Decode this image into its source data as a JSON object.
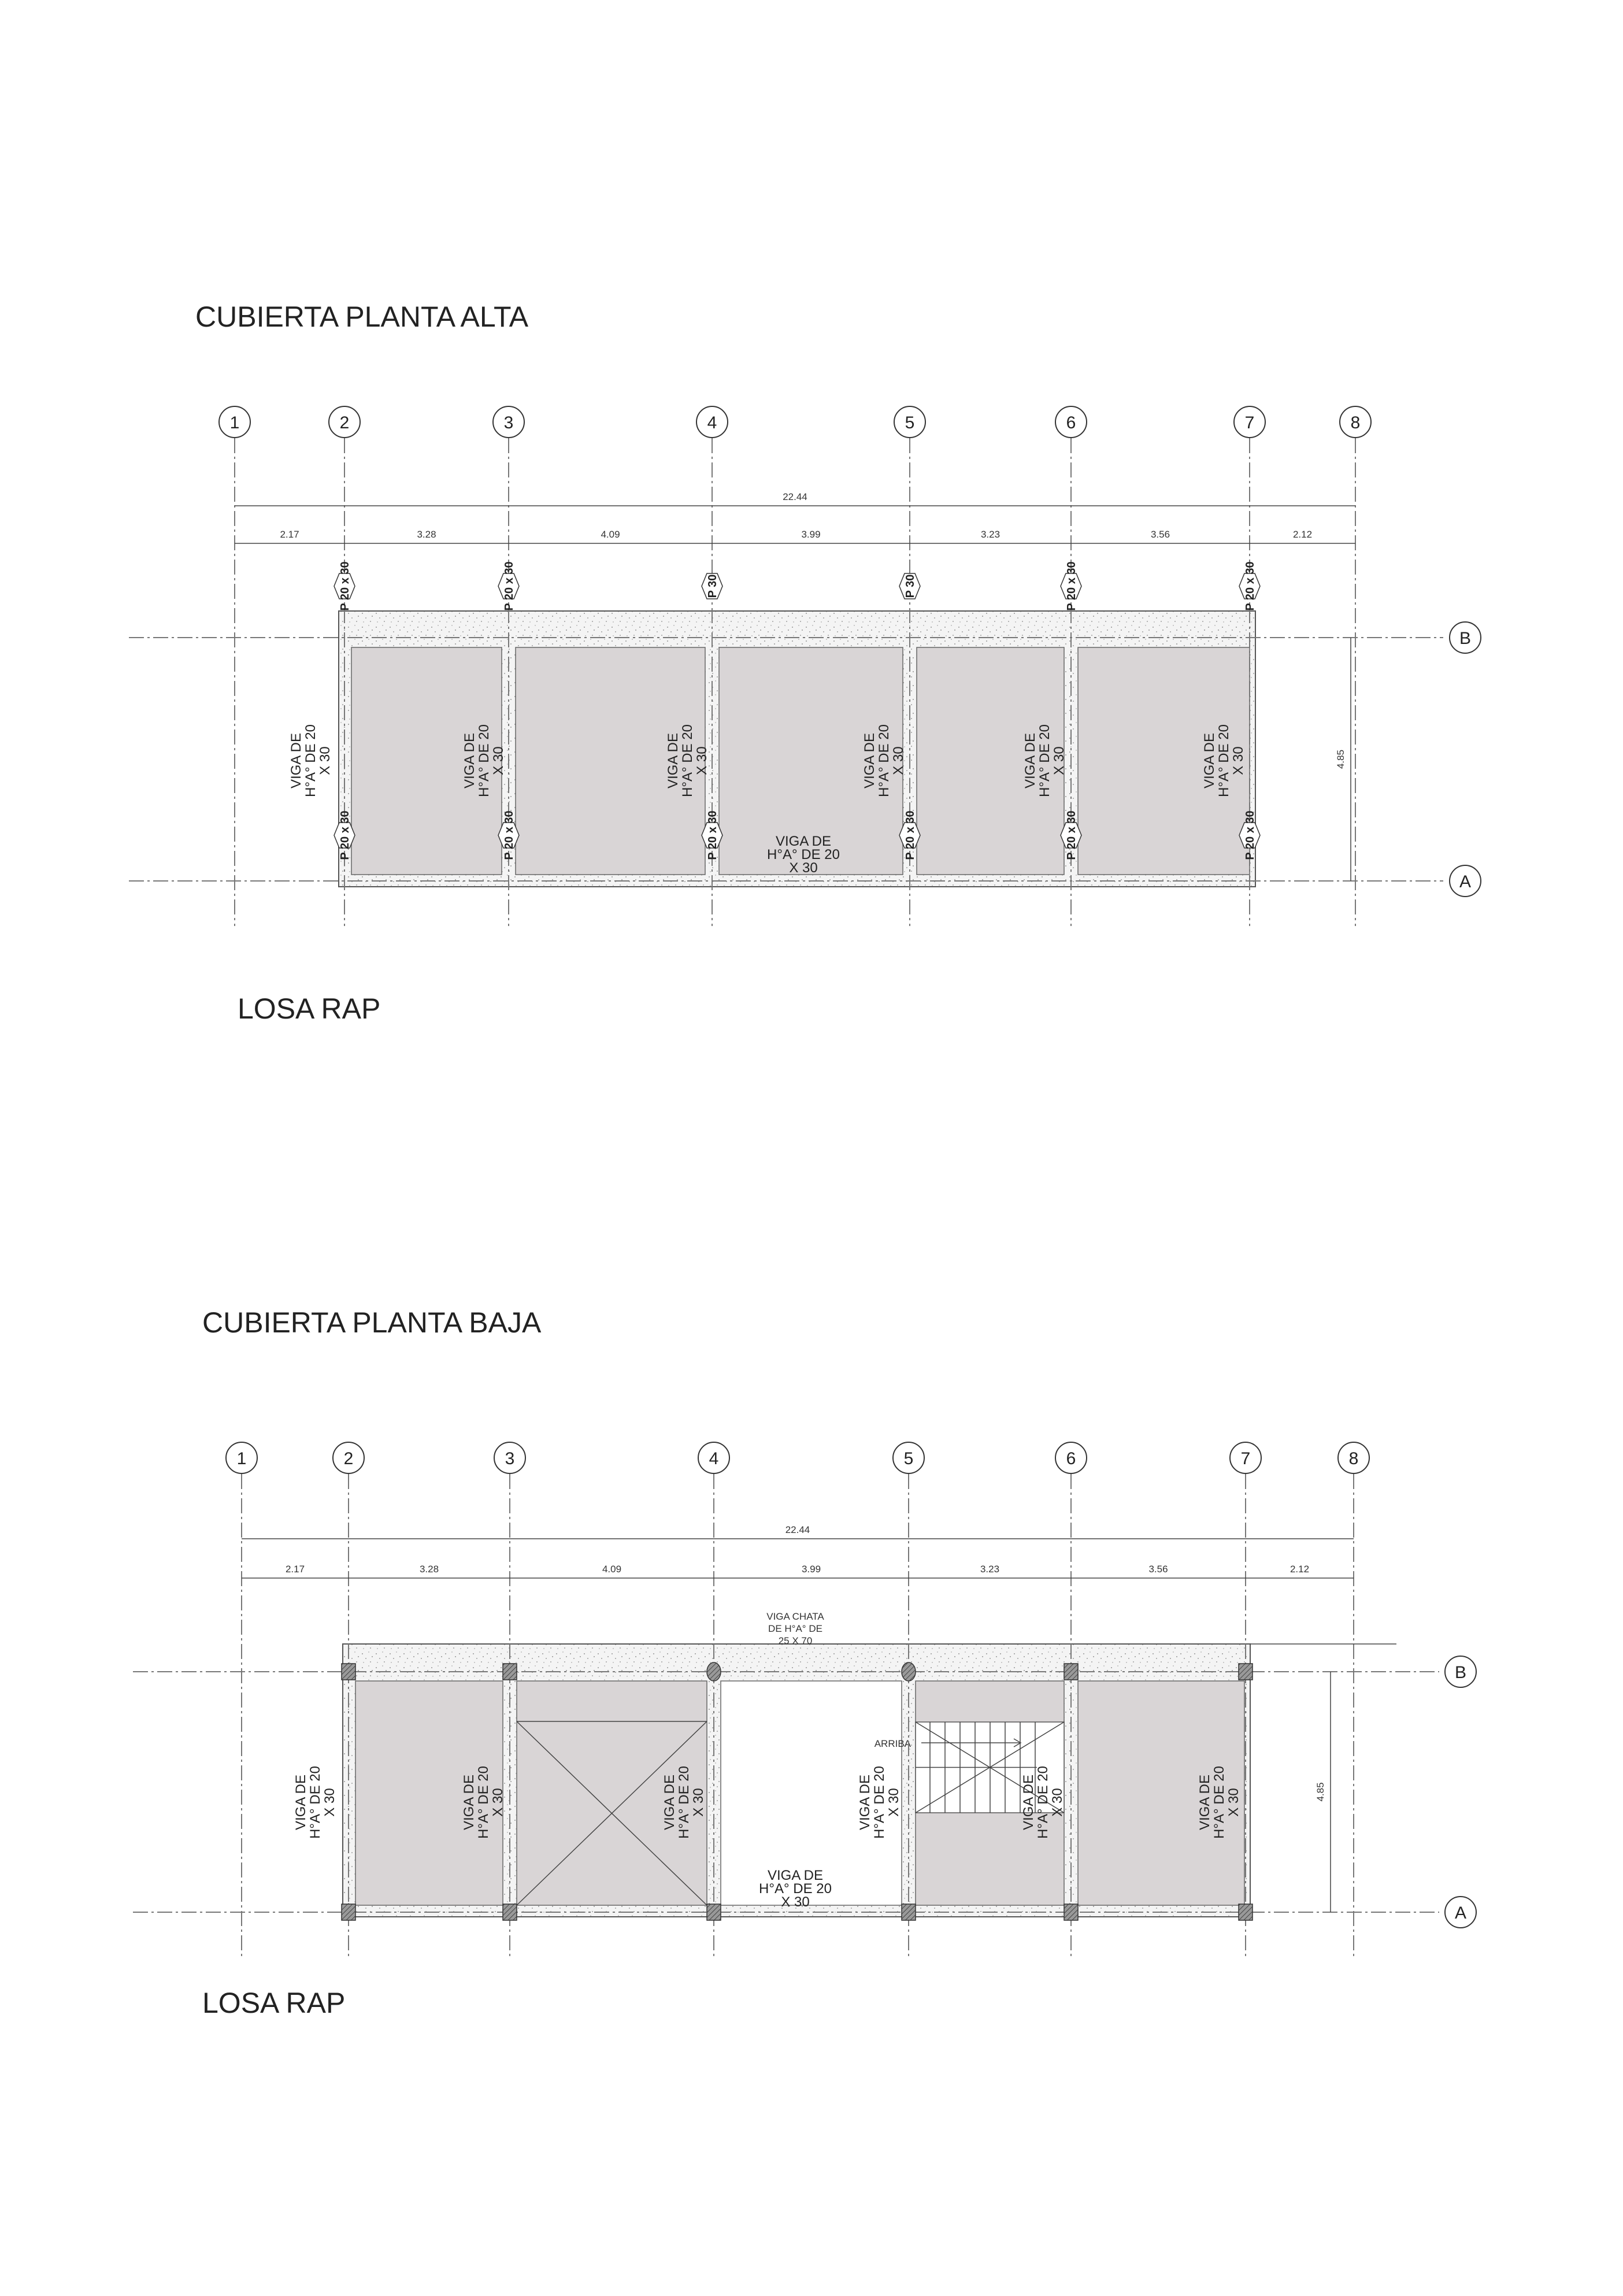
{
  "colors": {
    "slab_fill": "#d9d5d6",
    "line": "#444444",
    "background": "#ffffff"
  },
  "plans": [
    {
      "title": "CUBIERTA PLANTA ALTA",
      "subtitle": "LOSA RAP",
      "grid_columns": [
        "1",
        "2",
        "3",
        "4",
        "5",
        "6",
        "7",
        "8"
      ],
      "grid_rows": [
        "B",
        "A"
      ],
      "total_dimension": "22.44",
      "bay_dimensions": [
        "2.17",
        "3.28",
        "4.09",
        "3.99",
        "3.23",
        "3.56",
        "2.12"
      ],
      "depth_dimension": "4.85",
      "column_labels_top": [
        "P 20 x 30",
        "P 20 x 30",
        "P 30",
        "P 30",
        "P 20 x 30",
        "P 20 x 30"
      ],
      "column_labels_bottom": [
        "P 20 x 30",
        "P 20 x 30",
        "P 20 x 30",
        "P 20 x 30",
        "P 20 x 30",
        "P 20 x 30"
      ],
      "beam_text": [
        "VIGA DE",
        "H°A° DE 20",
        "X 30"
      ]
    },
    {
      "title": "CUBIERTA PLANTA BAJA",
      "subtitle": "LOSA RAP",
      "grid_columns": [
        "1",
        "2",
        "3",
        "4",
        "5",
        "6",
        "7",
        "8"
      ],
      "grid_rows": [
        "B",
        "A"
      ],
      "total_dimension": "22.44",
      "bay_dimensions": [
        "2.17",
        "3.28",
        "4.09",
        "3.99",
        "3.23",
        "3.56",
        "2.12"
      ],
      "depth_dimension": "4.85",
      "beam_text": [
        "VIGA DE",
        "H°A° DE 20",
        "X 30"
      ],
      "flat_beam_text": [
        "VIGA CHATA",
        "DE H°A° DE",
        "25 X 70"
      ],
      "stair_label": "ARRIBA"
    }
  ]
}
